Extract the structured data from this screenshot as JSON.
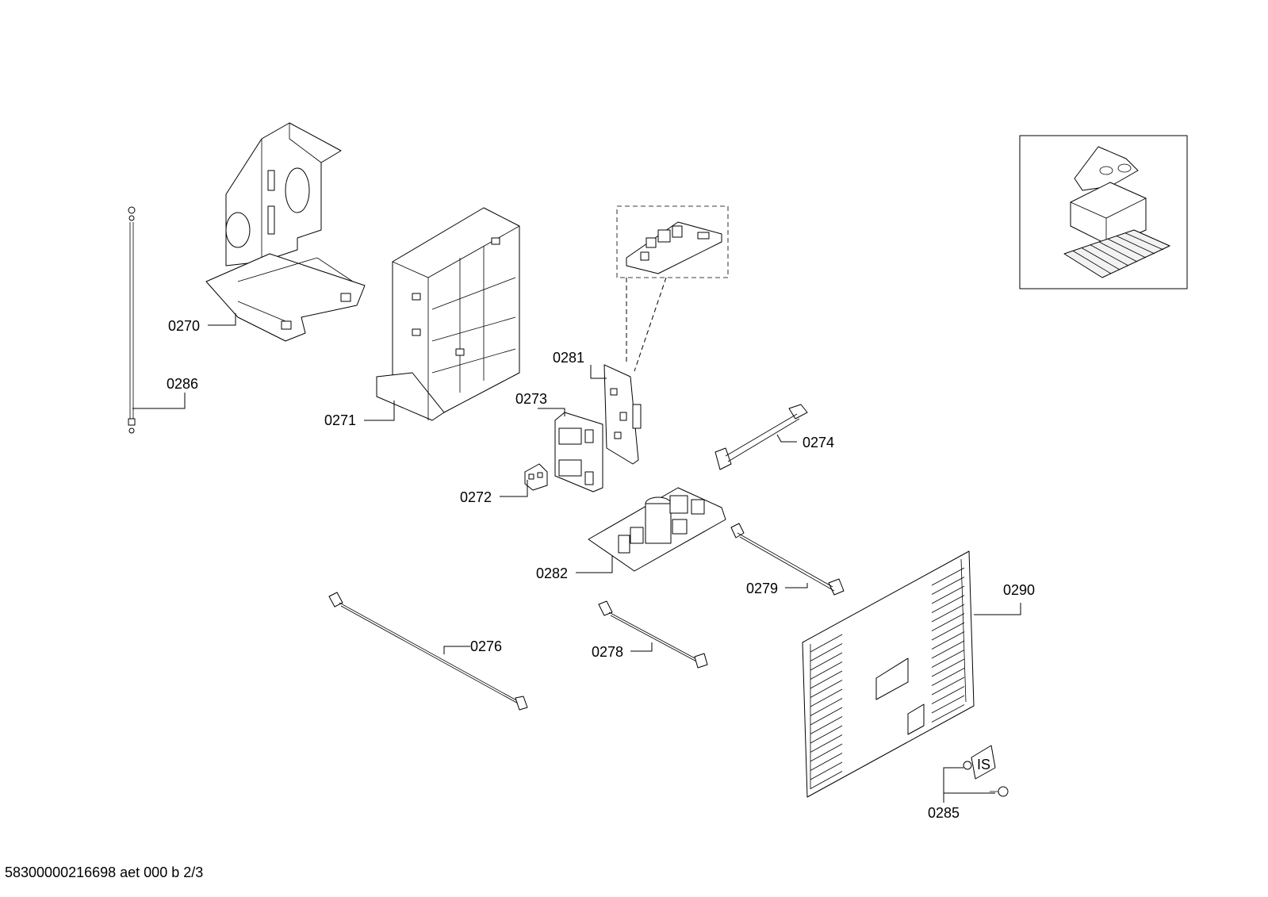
{
  "callouts": {
    "c0270": "0270",
    "c0271": "0271",
    "c0272": "0272",
    "c0273": "0273",
    "c0274": "0274",
    "c0276": "0276",
    "c0278": "0278",
    "c0279": "0279",
    "c0281": "0281",
    "c0282": "0282",
    "c0285": "0285",
    "c0286": "0286",
    "c0290": "0290"
  },
  "footer": {
    "document_id": "58300000216698 aet 000 b 2/3"
  },
  "colors": {
    "line": "#000000",
    "background": "#ffffff"
  }
}
